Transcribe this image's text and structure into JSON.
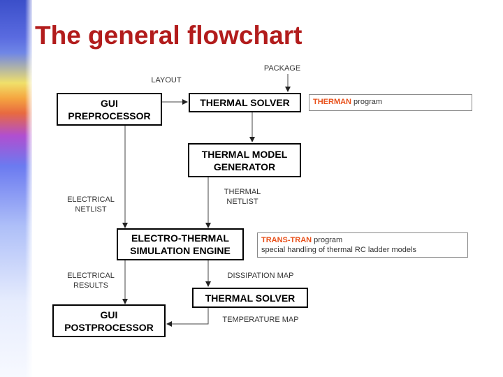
{
  "title": "The general flowchart",
  "boxes": {
    "gui_preprocessor": "GUI\nPREPROCESSOR",
    "thermal_solver_1": "THERMAL SOLVER",
    "thermal_model_generator": "THERMAL MODEL\nGENERATOR",
    "electro_thermal_engine": "ELECTRO-THERMAL\nSIMULATION ENGINE",
    "thermal_solver_2": "THERMAL SOLVER",
    "gui_postprocessor": "GUI\nPOSTPROCESSOR"
  },
  "labels": {
    "package": "PACKAGE",
    "layout": "LAYOUT",
    "electrical_netlist": "ELECTRICAL\nNETLIST",
    "thermal_netlist": "THERMAL\nNETLIST",
    "electrical_results": "ELECTRICAL\nRESULTS",
    "dissipation_map": "DISSIPATION MAP",
    "temperature_map": "TEMPERATURE MAP"
  },
  "notes": {
    "therman_highlight": "THERMAN",
    "therman_rest": " program",
    "transtran_highlight": "TRANS-TRAN",
    "transtran_rest": " program",
    "transtran_line2": "special handling of thermal RC ladder models"
  },
  "colors": {
    "title": "#b21c1c",
    "highlight": "#e8501a"
  }
}
